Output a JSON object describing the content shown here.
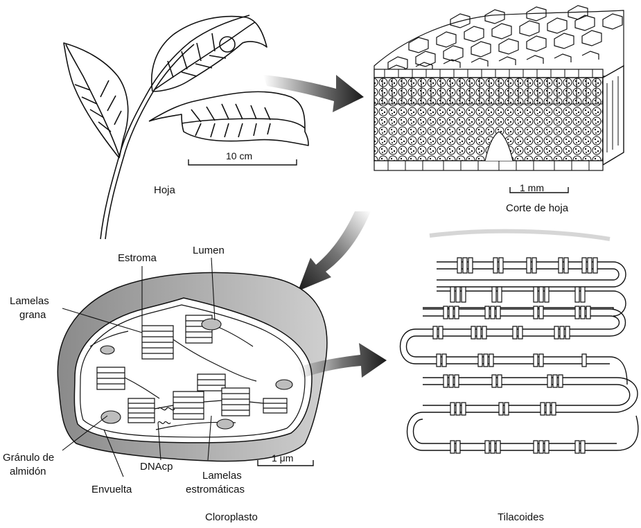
{
  "labels": {
    "leaf": "Hoja",
    "leaf_scale": "10 cm",
    "section": "Corte de hoja",
    "section_scale": "1 mm",
    "stroma": "Estroma",
    "lumen": "Lumen",
    "grana_1": "Lamelas",
    "grana_2": "grana",
    "starch_1": "Gránulo de",
    "starch_2": "almidón",
    "dna": "DNAcp",
    "envelope": "Envuelta",
    "stroma_lam_1": "Lamelas",
    "stroma_lam_2": "estromáticas",
    "chloro_scale": "1 μm",
    "chloroplast": "Cloroplasto",
    "thylakoids": "Tilacoides"
  },
  "colors": {
    "ink": "#111111",
    "arrow": "#1a1a1a",
    "shade": "#9a9a9a"
  }
}
